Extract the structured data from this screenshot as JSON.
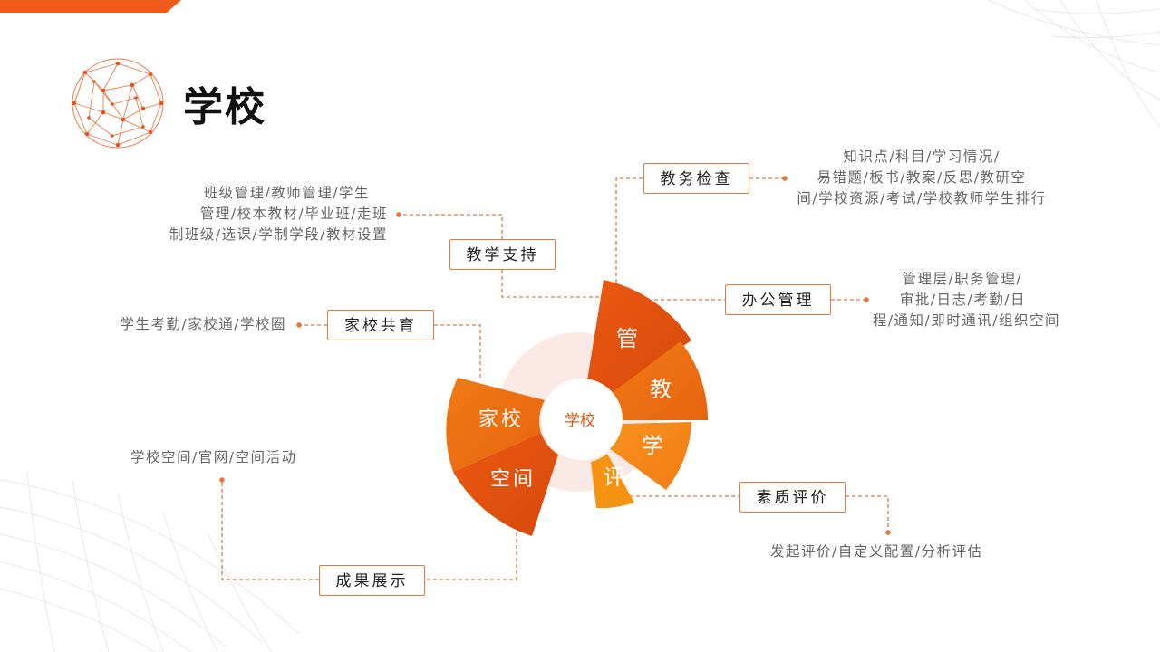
{
  "title": "学校",
  "center_label": "学校",
  "colors": {
    "accent_dark": "#e04e0c",
    "accent_mid": "#f07010",
    "accent_light": "#f58a1a",
    "border": "#e07a3e"
  },
  "petals": {
    "guan": "管",
    "jiao": "教",
    "xue": "学",
    "ping": "评",
    "jiaxiao": "家校",
    "kongjian": "空间"
  },
  "nodes": {
    "jiaowu": "教务检查",
    "bangong": "办公管理",
    "suzhi": "素质评价",
    "chengguo": "成果展示",
    "jiaxiao": "家校共育",
    "jiaoxue": "教学支持"
  },
  "descriptions": {
    "jiaowu": [
      "知识点/科目/学习情况/",
      "易错题/板书/教案/反思/教研空",
      "间/学校资源/考试/学校教师学生排行"
    ],
    "bangong": [
      "管理层/职务管理/",
      "审批/日志/考勤/日",
      "程/通知/即时通讯/组织空间"
    ],
    "suzhi": [
      "发起评价/自定义配置/分析评估"
    ],
    "chengguo": [
      "学校空间/官网/空间活动"
    ],
    "jiaxiao": [
      "学生考勤/家校通/学校圈"
    ],
    "jiaoxue": [
      "班级管理/教师管理/学生",
      "管理/校本教材/毕业班/走班",
      "制班级/选课/学制学段/教材设置"
    ]
  }
}
